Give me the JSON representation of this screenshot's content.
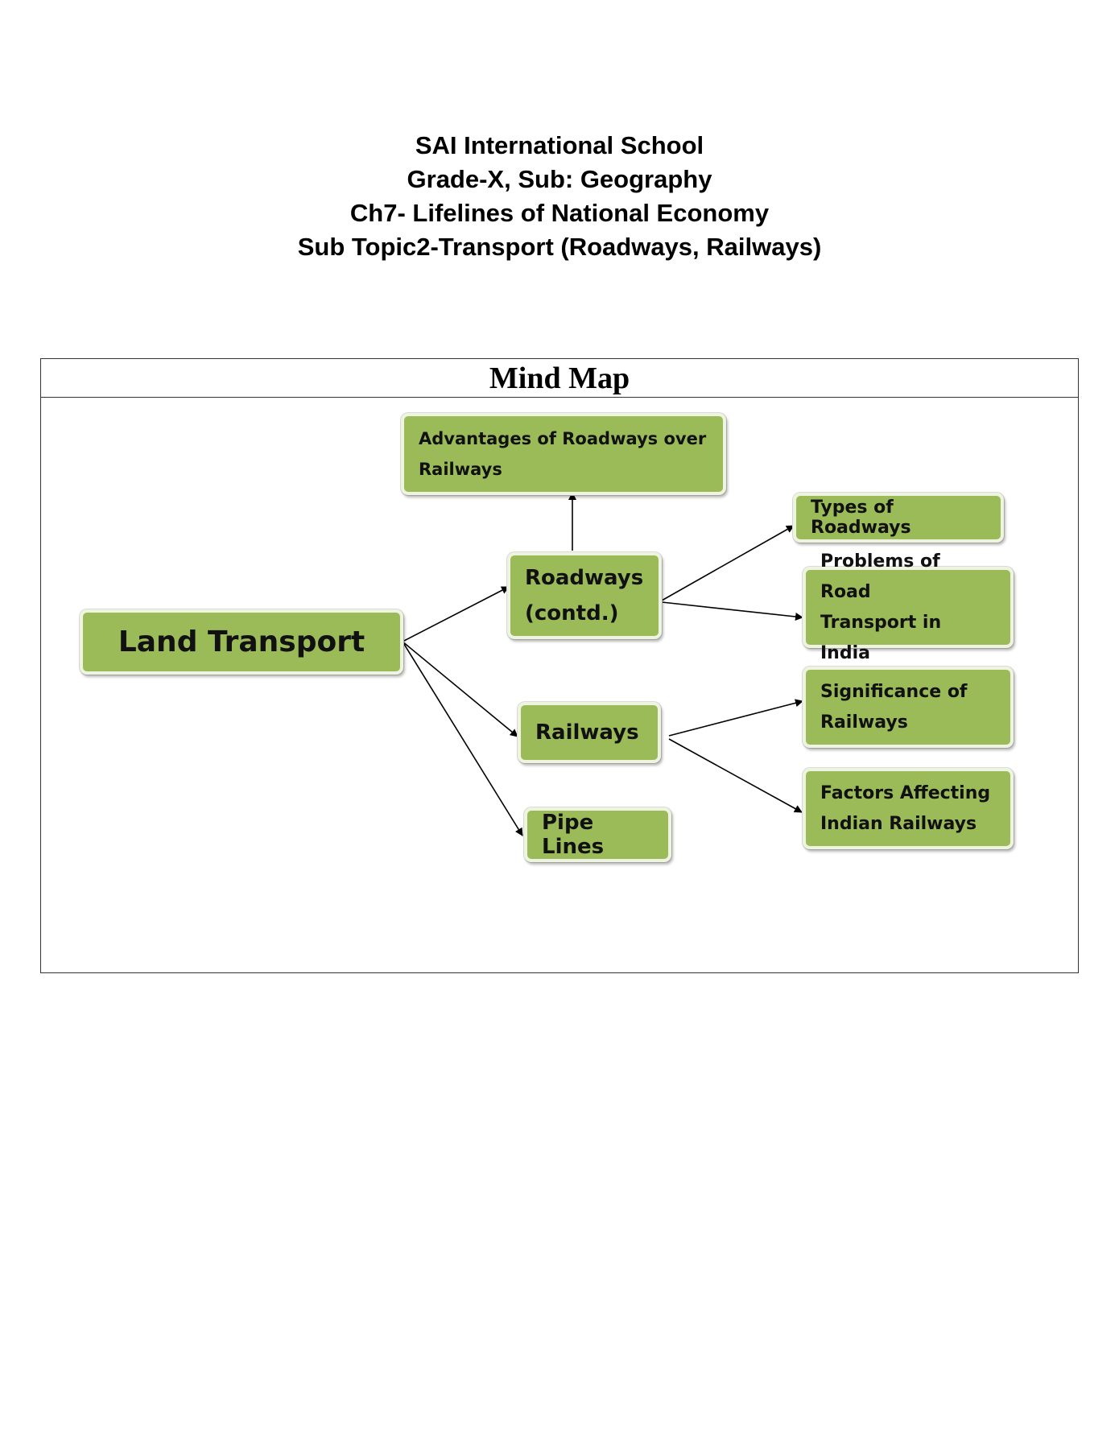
{
  "header": {
    "school": "SAI International School",
    "grade": "Grade-X, Sub: Geography",
    "chapter": "Ch7- Lifelines of National Economy",
    "subtopic": "Sub Topic2-Transport (Roadways, Railways)"
  },
  "mindmap": {
    "title": "Mind Map",
    "nodes": {
      "land_transport": "Land Transport",
      "advantages_line1": "Advantages of Roadways over",
      "advantages_line2": "Railways",
      "roadways_line1": "Roadways",
      "roadways_line2": "(contd.)",
      "railways": "Railways",
      "pipe_lines": "Pipe Lines",
      "types_of_roadways": "Types of Roadways",
      "problems_line1": "Problems of Road",
      "problems_line2": "Transport in India",
      "significance_line1": "Significance of",
      "significance_line2": "Railways",
      "factors_line1": "Factors Affecting",
      "factors_line2": "Indian Railways"
    },
    "edges": [
      {
        "from": "land_transport",
        "to": "roadways"
      },
      {
        "from": "land_transport",
        "to": "railways"
      },
      {
        "from": "land_transport",
        "to": "pipe_lines"
      },
      {
        "from": "roadways",
        "to": "advantages"
      },
      {
        "from": "roadways",
        "to": "types_of_roadways"
      },
      {
        "from": "roadways",
        "to": "problems"
      },
      {
        "from": "railways",
        "to": "significance"
      },
      {
        "from": "railways",
        "to": "factors"
      }
    ],
    "colors": {
      "node_fill": "#9bbb59",
      "node_border": "#eef3e2",
      "connector": "#000000"
    }
  }
}
